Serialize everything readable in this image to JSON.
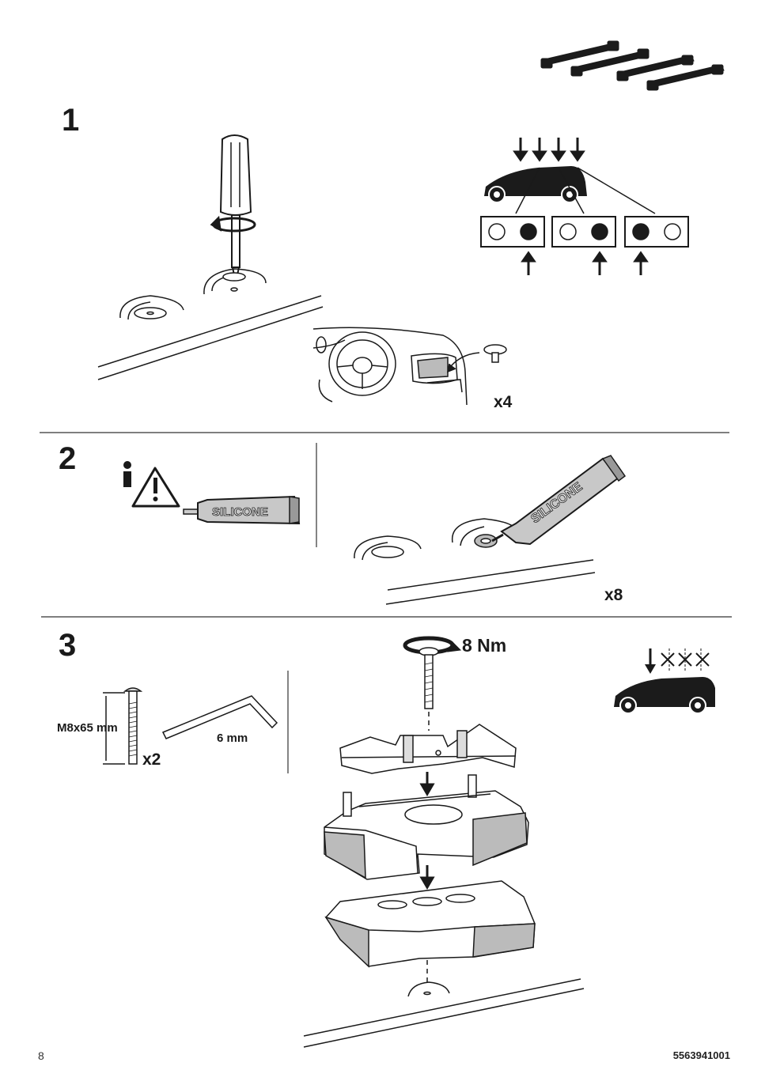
{
  "steps": [
    {
      "number": "1",
      "quantity": "x4"
    },
    {
      "number": "2",
      "quantity": "x8",
      "tube_label": "SILICONE",
      "info_symbol": "i"
    },
    {
      "number": "3",
      "bolt_spec": "M8x65 mm",
      "bolt_quantity": "x2",
      "hex_key": "6 mm",
      "torque": "8 Nm"
    }
  ],
  "footer": {
    "page_number": "8",
    "document_number": "5563941001"
  },
  "icons": [
    "screwdriver-icon",
    "warning-triangle-icon",
    "silicone-tube-icon",
    "car-roof-position-icon",
    "roof-bar-set-icon",
    "hex-key-icon",
    "bolt-icon",
    "torque-arrow-icon",
    "foot-pad-icon"
  ],
  "colors": {
    "line": "#1a1a1a",
    "background": "#ffffff",
    "tube_gray": "#c8c8c8",
    "car_black": "#1b1b1b"
  }
}
